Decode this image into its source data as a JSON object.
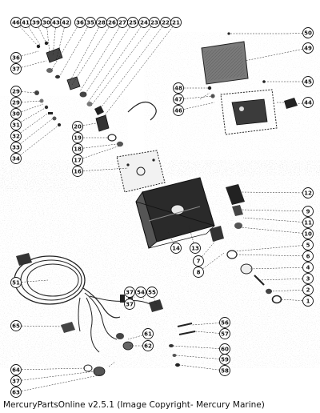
{
  "diagram": {
    "callouts": [
      "46",
      "41",
      "39",
      "30",
      "43",
      "42",
      "36",
      "35",
      "28",
      "26",
      "27",
      "25",
      "24",
      "23",
      "22",
      "21",
      "36",
      "37",
      "29",
      "29",
      "30",
      "31",
      "32",
      "33",
      "34",
      "20",
      "19",
      "18",
      "17",
      "16",
      "50",
      "49",
      "48",
      "47",
      "45",
      "46",
      "44",
      "12",
      "9",
      "11",
      "10",
      "5",
      "6",
      "4",
      "3",
      "2",
      "1",
      "14",
      "13",
      "7",
      "8",
      "51",
      "37",
      "54",
      "37",
      "55",
      "65",
      "61",
      "62",
      "56",
      "57",
      "60",
      "59",
      "58",
      "64",
      "37",
      "63"
    ]
  },
  "footer": {
    "text": "MercuryPartsOnline v2.5.1 (Image Copyright- Mercury Marine)"
  }
}
